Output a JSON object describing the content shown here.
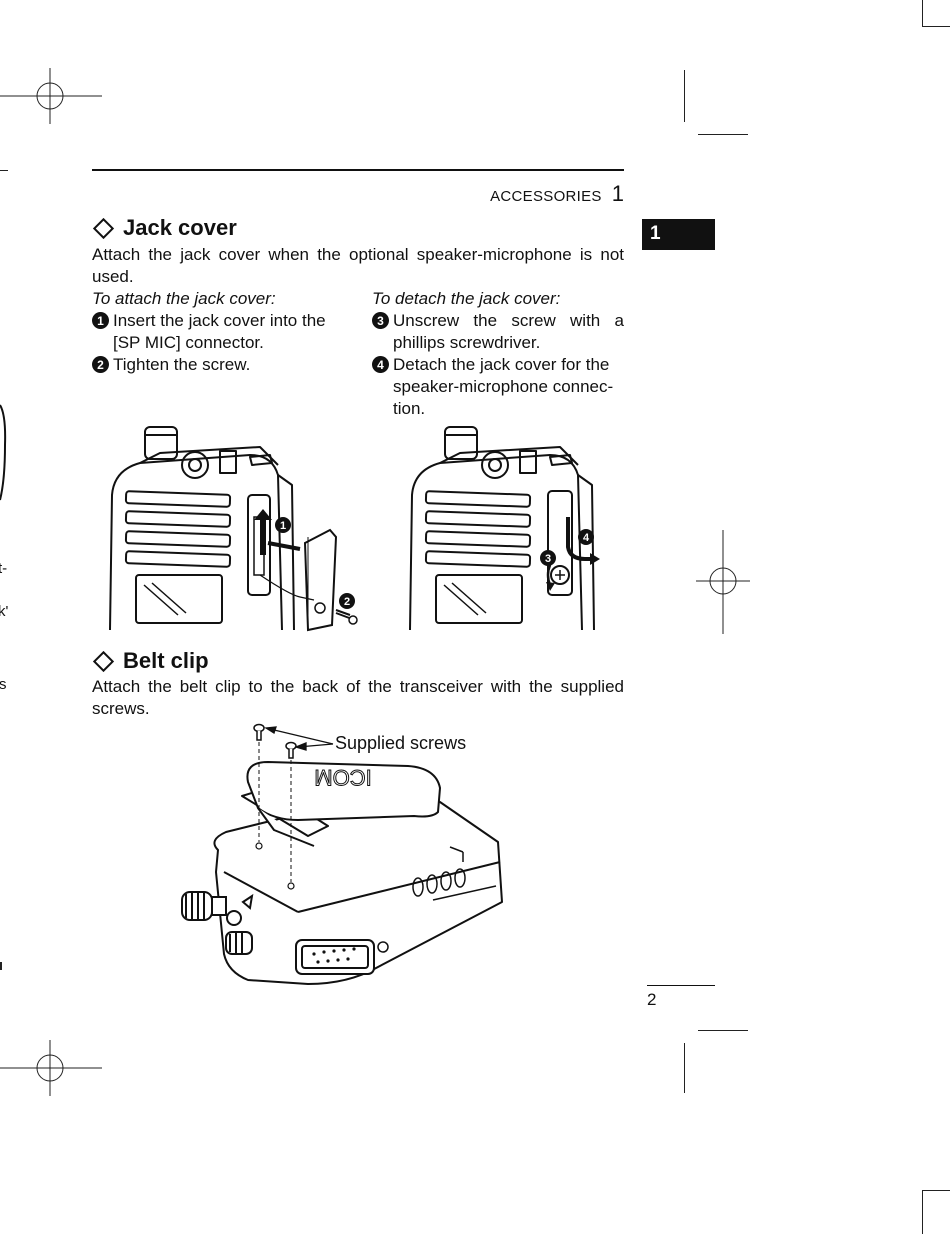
{
  "header": {
    "section_label": "ACCESSORIES",
    "section_number": "1"
  },
  "side_tab": {
    "label": "1"
  },
  "jack_cover": {
    "heading": "Jack cover",
    "intro": "Attach the jack cover when the optional speaker-microphone is not used.",
    "attach": {
      "subheading": "To attach the jack cover:",
      "steps": [
        {
          "badge": "1",
          "text": "Insert the jack cover into the [SP MIC] connector."
        },
        {
          "badge": "2",
          "text": "Tighten the screw."
        }
      ]
    },
    "detach": {
      "subheading": "To detach the jack cover:",
      "steps": [
        {
          "badge": "3",
          "text": "Unscrew the screw with a phillips screwdriver."
        },
        {
          "badge": "4",
          "text": "Detach the jack cover for the speaker-microphone connec-tion."
        }
      ]
    },
    "figure_callouts": [
      "1",
      "2",
      "3",
      "4"
    ]
  },
  "belt_clip": {
    "heading": "Belt clip",
    "intro": "Attach the belt clip to the back of the transceiver with the supplied screws.",
    "callout": "Supplied screws",
    "logo_text": "ICOM"
  },
  "footer": {
    "page_number": "2"
  },
  "edge_fragments": [
    "t-",
    "k'",
    "s"
  ]
}
